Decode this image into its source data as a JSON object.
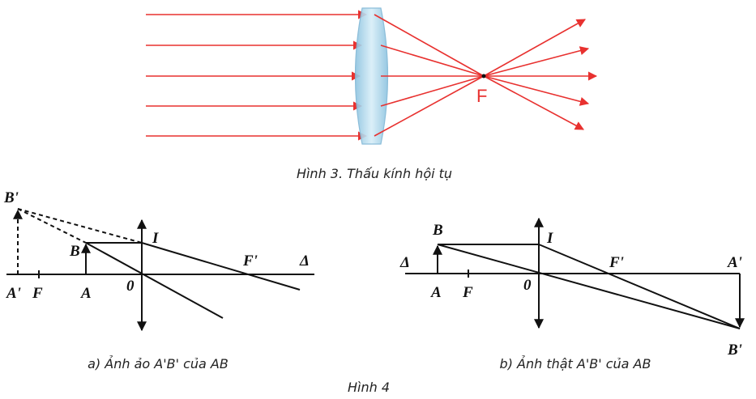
{
  "figure3": {
    "focus_label": "F",
    "caption": "Hình 3. Thấu kính hội tụ",
    "ray_color": "#e8312f",
    "lens_color": "#a9d4ea"
  },
  "figure4": {
    "caption": "Hình 4",
    "a": {
      "caption": "a) Ảnh ảo A'B' của AB",
      "labels": {
        "B_prime": "B'",
        "B": "B",
        "A_prime": "A'",
        "F": "F",
        "A": "A",
        "O": "0",
        "I": "I",
        "F_prime": "F'",
        "axis": "Δ"
      }
    },
    "b": {
      "caption": "b) Ảnh thật A'B' của AB",
      "labels": {
        "B": "B",
        "axis": "Δ",
        "A": "A",
        "F": "F",
        "O": "0",
        "I": "I",
        "F_prime": "F'",
        "A_prime": "A'",
        "B_prime": "B'"
      }
    }
  }
}
